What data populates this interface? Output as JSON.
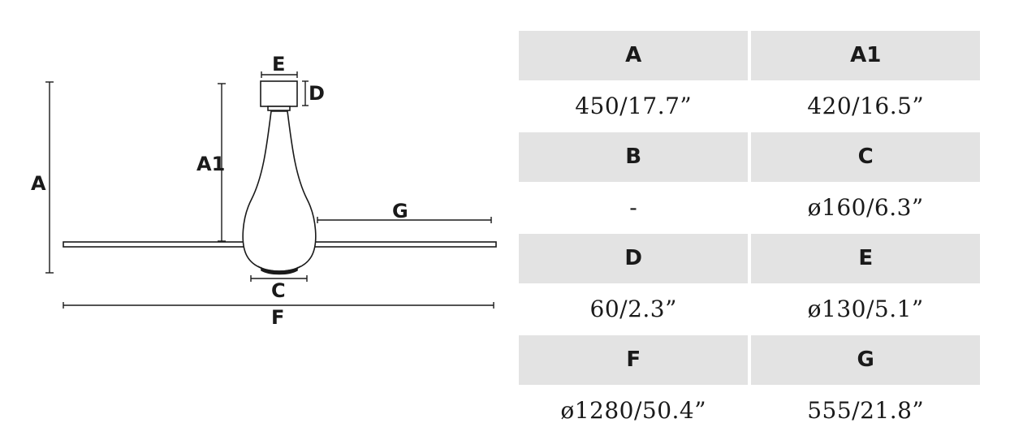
{
  "diagram": {
    "labels": {
      "a": "A",
      "a1": "A1",
      "c": "C",
      "d": "D",
      "e": "E",
      "f": "F",
      "g": "G"
    }
  },
  "table": {
    "rows": [
      {
        "head": [
          "A",
          "A1"
        ],
        "values": [
          "450/17.7”",
          "420/16.5”"
        ]
      },
      {
        "head": [
          "B",
          "C"
        ],
        "values": [
          "-",
          "ø160/6.3”"
        ]
      },
      {
        "head": [
          "D",
          "E"
        ],
        "values": [
          "60/2.3”",
          "ø130/5.1”"
        ]
      },
      {
        "head": [
          "F",
          "G"
        ],
        "values": [
          "ø1280/50.4”",
          "555/21.8”"
        ]
      }
    ]
  },
  "colors": {
    "header_bg": "#e3e3e3",
    "line": "#1a1a1a"
  }
}
